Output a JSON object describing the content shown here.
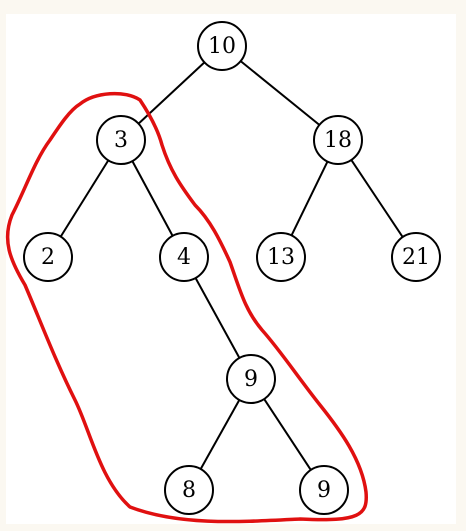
{
  "diagram": {
    "colors": {
      "panel": "#ffffff",
      "line": "#000000",
      "node_fill": "#ffffff",
      "highlight": "#e01010"
    },
    "nodes": [
      {
        "id": "n10",
        "label": "10"
      },
      {
        "id": "n3",
        "label": "3"
      },
      {
        "id": "n18",
        "label": "18"
      },
      {
        "id": "n2",
        "label": "2"
      },
      {
        "id": "n4",
        "label": "4"
      },
      {
        "id": "n13",
        "label": "13"
      },
      {
        "id": "n21",
        "label": "21"
      },
      {
        "id": "n9a",
        "label": "9"
      },
      {
        "id": "n8",
        "label": "8"
      },
      {
        "id": "n9b",
        "label": "9"
      }
    ],
    "edges": [
      {
        "from": "n10",
        "to": "n3"
      },
      {
        "from": "n10",
        "to": "n18"
      },
      {
        "from": "n3",
        "to": "n2"
      },
      {
        "from": "n3",
        "to": "n4"
      },
      {
        "from": "n18",
        "to": "n13"
      },
      {
        "from": "n18",
        "to": "n21"
      },
      {
        "from": "n4",
        "to": "n9a"
      },
      {
        "from": "n9a",
        "to": "n8"
      },
      {
        "from": "n9a",
        "to": "n9b"
      }
    ]
  }
}
